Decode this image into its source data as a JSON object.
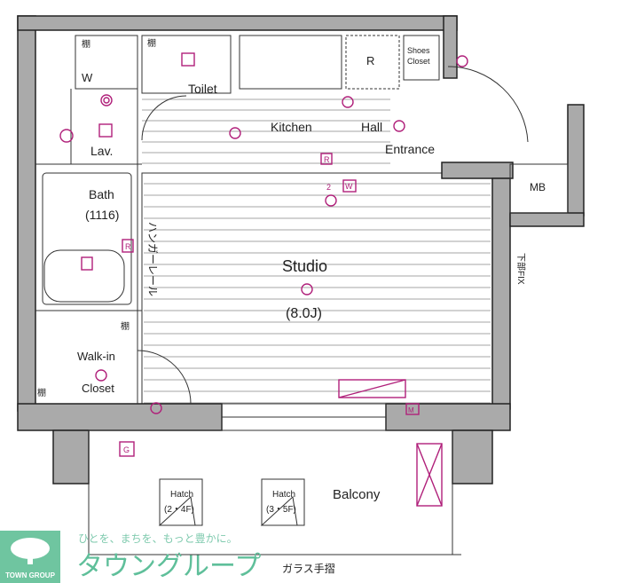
{
  "rooms": {
    "toilet": "Toilet",
    "kitchen": "Kitchen",
    "hall": "Hall",
    "entrance": "Entrance",
    "shoes_closet_1": "Shoes",
    "shoes_closet_2": "Closet",
    "mb": "MB",
    "lav": "Lav.",
    "bath": "Bath",
    "bath_size": "(1116)",
    "studio": "Studio",
    "studio_size": "(8.0J)",
    "hanger_rail": "ハンガーレール",
    "lower_fix": "下部FIX",
    "walkin_1": "Walk-in",
    "walkin_2": "Closet",
    "balcony": "Balcony",
    "hatch_1": "Hatch",
    "hatch_1_floors": "(2・4F)",
    "hatch_2": "Hatch",
    "hatch_2_floors": "(3・5F)",
    "glass_railing": "ガラス手摺",
    "shelf": "棚",
    "washer": "W",
    "refrigerator": "R"
  },
  "markers": {
    "r": "R",
    "w": "W",
    "m": "M",
    "g": "G",
    "two": "2"
  },
  "branding": {
    "logo_text": "TOWN GROUP",
    "brand_name": "タウングループ",
    "slogan": "ひとを、まちを、もっと豊かに。"
  },
  "colors": {
    "wall": "#aaaaaa",
    "marker": "#b0207a",
    "brand": "#5fbf9a"
  }
}
